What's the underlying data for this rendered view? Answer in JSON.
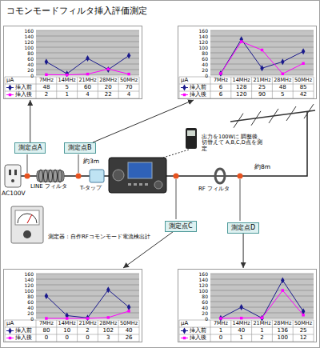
{
  "diagram": {
    "title": "コモンモードフィルタ挿入評価測定",
    "nodes": [
      {
        "text": [
          "160",
          "140",
          "120",
          "100",
          "80",
          "60",
          "40",
          "20",
          "0",
          "μA",
          "7MHz",
          "14MHz",
          "21MHz",
          "28MHz",
          "50MHz",
          "挿入前",
          "48",
          "5",
          "60",
          "20",
          "70",
          "挿入後",
          "2",
          "1",
          "4",
          "22",
          "4"
        ]
      },
      {
        "text": [
          "160",
          "140",
          "120",
          "100",
          "80",
          "60",
          "40",
          "20",
          "0",
          "μA",
          "7MHz",
          "14MHz",
          "21MHz",
          "28MHz",
          "50MHz",
          "挿入前",
          "6",
          "128",
          "25",
          "48",
          "85",
          "挿入後",
          "6",
          "120",
          "90",
          "5",
          "42"
        ]
      },
      {
        "text": [
          "測定点A"
        ]
      },
      {
        "text": [
          "測定点B"
        ]
      },
      {
        "text": [
          "測定点C"
        ]
      },
      {
        "text": [
          "測定点D"
        ]
      },
      {
        "text": [
          "160",
          "140",
          "120",
          "100",
          "80",
          "60",
          "40",
          "20",
          "0",
          "μA",
          "7MHz",
          "14MHz",
          "21MHz",
          "28MHz",
          "50MHz",
          "挿入前",
          "80",
          "10",
          "2",
          "102",
          "40",
          "挿入後",
          "0",
          "0",
          "0",
          "3",
          "26"
        ]
      },
      {
        "text": [
          "160",
          "140",
          "120",
          "100",
          "80",
          "60",
          "40",
          "20",
          "0",
          "μA",
          "7MHz",
          "14MHz",
          "21MHz",
          "28MHz",
          "50MHz",
          "挿入前",
          "1",
          "40",
          "1",
          "136",
          "25",
          "挿入後",
          "0",
          "1",
          "2",
          "100",
          "12"
        ]
      }
    ],
    "edges": [
      {
        "from": 2,
        "to": 0,
        "arrow": "to"
      },
      {
        "from": 3,
        "to": 1,
        "arrow": "to"
      },
      {
        "from": 4,
        "to": 6,
        "arrow": "to"
      },
      {
        "from": 5,
        "to": 7,
        "arrow": "to"
      }
    ],
    "labels": [
      "AC100V",
      "LINE フィルタ",
      "約3m",
      "T-タップ",
      "出力を100Wに 調整後、切替えて A,B,C,D点を測定",
      "RF フィルタ",
      "約8m",
      "測定器：自作RFコモンモード電流検出計"
    ]
  }
}
